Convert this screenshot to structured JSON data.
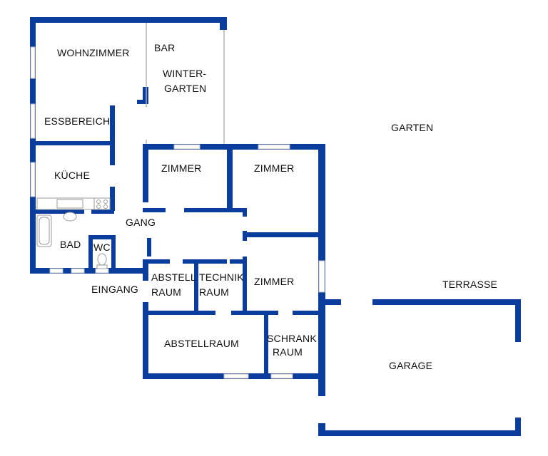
{
  "colors": {
    "wall": "#0a3d9c",
    "window": "#ffffff",
    "background": "#ffffff"
  },
  "rooms": {
    "wohnzimmer": "WOHNZIMMER",
    "bar": "BAR",
    "wintergarten_1": "WINTER-",
    "wintergarten_2": "GARTEN",
    "essbereich": "ESSBEREICH",
    "kueche": "KÜCHE",
    "garten": "GARTEN",
    "zimmer_1": "ZIMMER",
    "zimmer_2": "ZIMMER",
    "zimmer_3": "ZIMMER",
    "gang": "GANG",
    "bad": "BAD",
    "wc": "WC",
    "eingang": "EINGANG",
    "abstellraum_small_1": "ABSTELL",
    "abstellraum_small_2": "RAUM",
    "technikraum_1": "TECHNIK",
    "technikraum_2": "RAUM",
    "terrasse": "TERRASSE",
    "abstellraum": "ABSTELLRAUM",
    "schrankraum_1": "SCHRANK",
    "schrankraum_2": "RAUM",
    "garage": "GARAGE"
  }
}
